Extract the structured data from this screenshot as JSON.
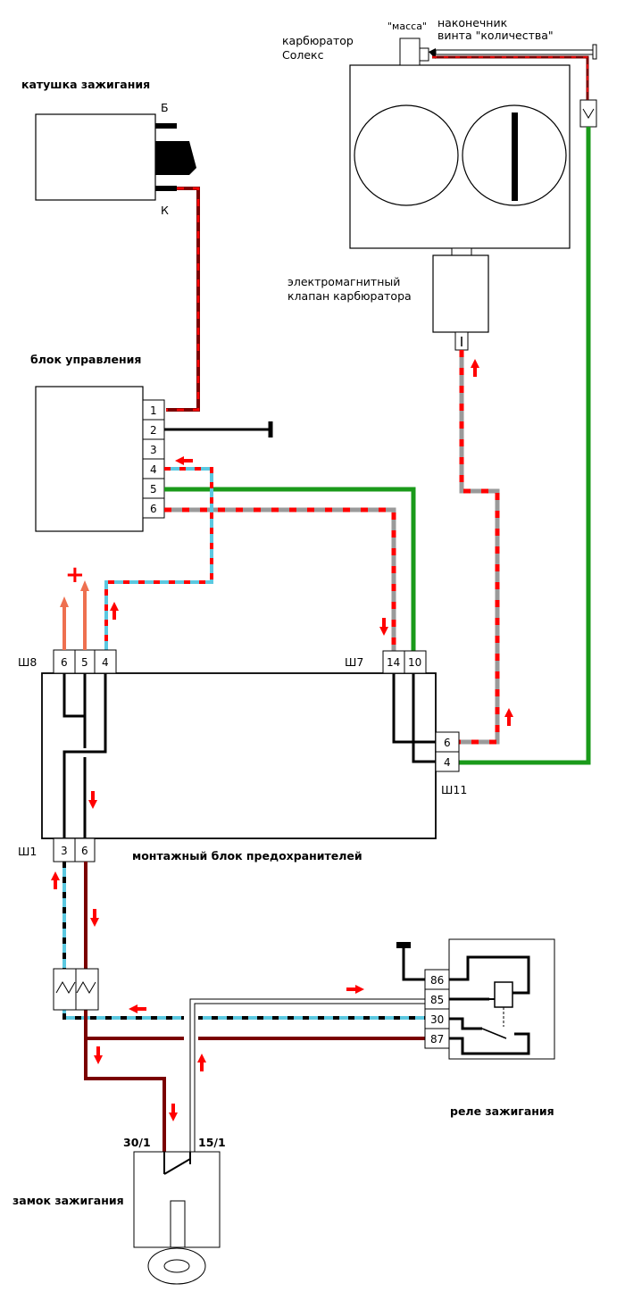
{
  "colors": {
    "black": "#000000",
    "dark_red": "#7a0000",
    "red_dash": "#ff0000",
    "gray": "#9a9a9a",
    "light_blue": "#5bc8e0",
    "green": "#1a9a1a",
    "salmon": "#ee7050",
    "arrow_red": "#ff0000"
  },
  "labels": {
    "ignition_coil": "катушка зажигания",
    "coil_terminal_b": "Б",
    "coil_terminal_k": "К",
    "control_unit": "блок управления",
    "carb_line1": "карбюратор",
    "carb_line2": "Солекс",
    "massa": "\"масса\"",
    "tip_line1": "наконечник",
    "tip_line2": "винта \"количества\"",
    "valve_line1": "электромагнитный",
    "valve_line2": "клапан карбюратора",
    "sh8": "Ш8",
    "sh7": "Ш7",
    "sh1": "Ш1",
    "sh11": "Ш11",
    "fuse_block": "монтажный блок предохранителей",
    "relay": "реле зажигания",
    "lock": "замок зажигания",
    "t30_1": "30/1",
    "t15_1": "15/1",
    "plus": "+"
  },
  "control_unit_pins": [
    "1",
    "2",
    "3",
    "4",
    "5",
    "6"
  ],
  "sh8_pins": [
    "6",
    "5",
    "4"
  ],
  "sh7_pins": [
    "14",
    "10"
  ],
  "sh11_pins": [
    "6",
    "4"
  ],
  "sh1_pins": [
    "3",
    "6"
  ],
  "relay_pins": [
    "86",
    "85",
    "30",
    "87"
  ]
}
